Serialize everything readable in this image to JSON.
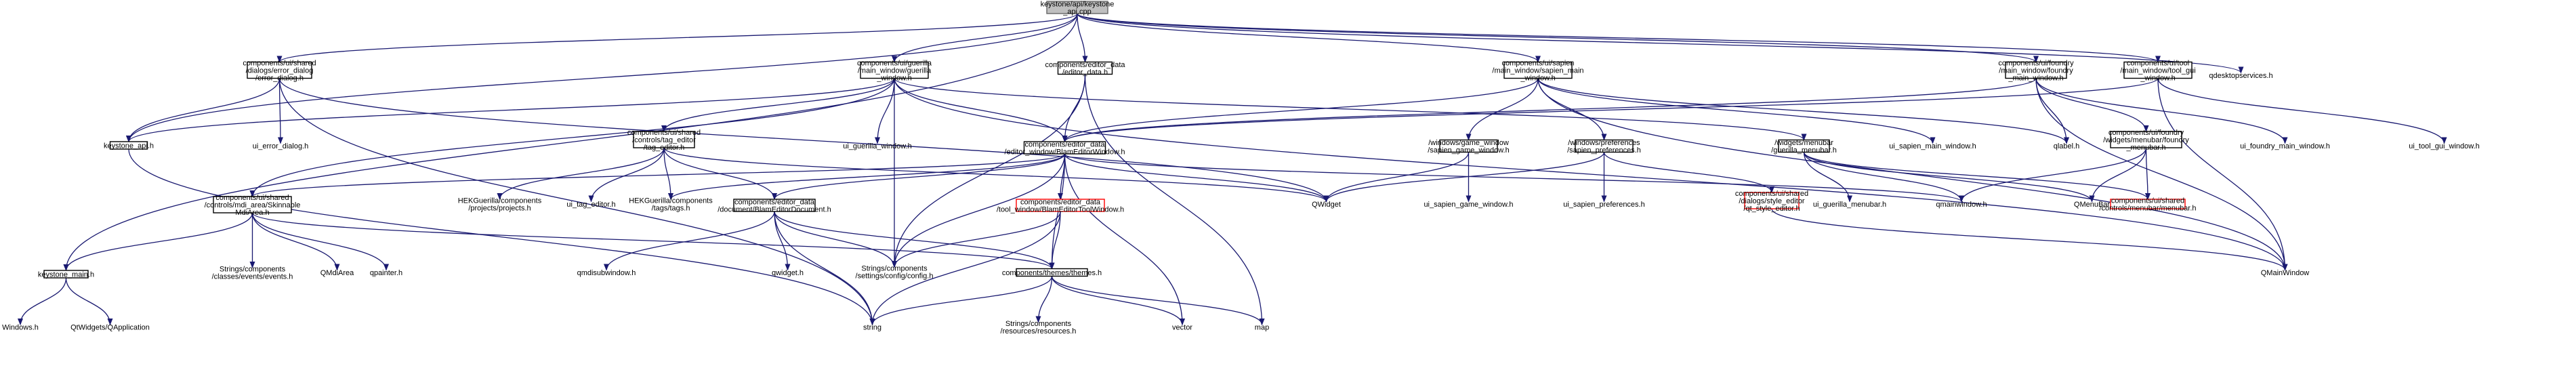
{
  "nodes": [
    {
      "id": "root",
      "lines": [
        "keystone/api/keystone",
        "_api.cpp"
      ],
      "style": "root"
    },
    {
      "id": "err_dialog",
      "lines": [
        "components/ui/shared",
        "/dialogs/error_dialog",
        "/error_dialog.h"
      ],
      "style": "box"
    },
    {
      "id": "guerilla_win",
      "lines": [
        "components/ui/guerilla",
        "/main_window/guerilla",
        "_window.h"
      ],
      "style": "box"
    },
    {
      "id": "editor_data",
      "lines": [
        "components/editor_data",
        "/editor_data.h"
      ],
      "style": "box"
    },
    {
      "id": "sapien_main",
      "lines": [
        "components/ui/sapien",
        "/main_window/sapien_main",
        "_window.h"
      ],
      "style": "box"
    },
    {
      "id": "foundry_main",
      "lines": [
        "components/ui/foundry",
        "/main_window/foundry",
        "_main_window.h"
      ],
      "style": "box"
    },
    {
      "id": "tool_gui",
      "lines": [
        "components/ui/tool",
        "/main_window/tool_gui",
        "_window.h"
      ],
      "style": "box"
    },
    {
      "id": "qdesktop",
      "lines": [
        "qdesktopservices.h"
      ],
      "style": "plain"
    },
    {
      "id": "keystone_api",
      "lines": [
        "keystone_api.h"
      ],
      "style": "box"
    },
    {
      "id": "ui_error_dialog",
      "lines": [
        "ui_error_dialog.h"
      ],
      "style": "plain"
    },
    {
      "id": "ui_guerilla_window",
      "lines": [
        "ui_guerilla_window.h"
      ],
      "style": "plain"
    },
    {
      "id": "tag_editor",
      "lines": [
        "components/ui/shared",
        "/controls/tag_editor",
        "/tag_editor.h"
      ],
      "style": "box"
    },
    {
      "id": "blam_editor_win",
      "lines": [
        "components/editor_data",
        "/editor_window/BlamEditorWindow.h"
      ],
      "style": "box"
    },
    {
      "id": "game_window",
      "lines": [
        "/windows/game_window",
        "/sapien_game_window.h"
      ],
      "style": "box"
    },
    {
      "id": "preferences",
      "lines": [
        "/windows/preferences",
        "/sapien_preferences.h"
      ],
      "style": "box"
    },
    {
      "id": "menubar_guerilla",
      "lines": [
        "/widgets/menubar",
        "/guerilla_menubar.h"
      ],
      "style": "box"
    },
    {
      "id": "ui_sapien_main",
      "lines": [
        "ui_sapien_main_window.h"
      ],
      "style": "plain"
    },
    {
      "id": "qlabel",
      "lines": [
        "qlabel.h"
      ],
      "style": "plain"
    },
    {
      "id": "foundry_menubar",
      "lines": [
        "components/ui/foundry",
        "/widgets/menubar/foundry",
        "_menubar.h"
      ],
      "style": "box"
    },
    {
      "id": "ui_foundry_main",
      "lines": [
        "ui_foundry_main_window.h"
      ],
      "style": "plain"
    },
    {
      "id": "ui_tool_gui",
      "lines": [
        "ui_tool_gui_window.h"
      ],
      "style": "plain"
    },
    {
      "id": "skinnable",
      "lines": [
        "components/ui/shared",
        "/controls/mdi_area/Skinnable",
        "MdiArea.h"
      ],
      "style": "box"
    },
    {
      "id": "hek_projects",
      "lines": [
        "HEKGuerilla/components",
        "/projects/projects.h"
      ],
      "style": "plain"
    },
    {
      "id": "ui_tag_editor",
      "lines": [
        "ui_tag_editor.h"
      ],
      "style": "plain"
    },
    {
      "id": "hek_tags",
      "lines": [
        "HEKGuerilla/components",
        "/tags/tags.h"
      ],
      "style": "plain"
    },
    {
      "id": "blam_editor_doc",
      "lines": [
        "components/editor_data",
        "/document/BlamEditorDocument.h"
      ],
      "style": "box"
    },
    {
      "id": "blam_tool_win",
      "lines": [
        "components/editor_data",
        "/tool_window/BlamEditorToolWindow.h"
      ],
      "style": "red"
    },
    {
      "id": "qwidget",
      "lines": [
        "QWidget"
      ],
      "style": "plain"
    },
    {
      "id": "ui_sapien_game",
      "lines": [
        "ui_sapien_game_window.h"
      ],
      "style": "plain"
    },
    {
      "id": "ui_sapien_prefs",
      "lines": [
        "ui_sapien_preferences.h"
      ],
      "style": "plain"
    },
    {
      "id": "style_editor",
      "lines": [
        "components/ui/shared",
        "/dialogs/style_editor",
        "/qt_style_editor.h"
      ],
      "style": "red"
    },
    {
      "id": "ui_guerilla_menubar",
      "lines": [
        "ui_guerilla_menubar.h"
      ],
      "style": "plain"
    },
    {
      "id": "qmainwindow_h",
      "lines": [
        "qmainwindow.h"
      ],
      "style": "plain"
    },
    {
      "id": "qmenubar",
      "lines": [
        "QMenuBar"
      ],
      "style": "plain"
    },
    {
      "id": "menubar_shared",
      "lines": [
        "components/ui/shared",
        "/controls/menubar/menubar.h"
      ],
      "style": "red"
    },
    {
      "id": "keystone_main",
      "lines": [
        "keystone_main.h"
      ],
      "style": "box"
    },
    {
      "id": "strings_events",
      "lines": [
        "Strings/components",
        "/classes/events/events.h"
      ],
      "style": "plain"
    },
    {
      "id": "qmdiarea",
      "lines": [
        "QMdiArea"
      ],
      "style": "plain"
    },
    {
      "id": "qpainter",
      "lines": [
        "qpainter.h"
      ],
      "style": "plain"
    },
    {
      "id": "qmdisubwindow",
      "lines": [
        "qmdisubwindow.h"
      ],
      "style": "plain"
    },
    {
      "id": "qwidget_h",
      "lines": [
        "qwidget.h"
      ],
      "style": "plain"
    },
    {
      "id": "strings_config",
      "lines": [
        "Strings/components",
        "/settings/config/config.h"
      ],
      "style": "plain"
    },
    {
      "id": "themes",
      "lines": [
        "components/themes/themes.h"
      ],
      "style": "box"
    },
    {
      "id": "qmainwindow",
      "lines": [
        "QMainWindow"
      ],
      "style": "plain"
    },
    {
      "id": "windows_h",
      "lines": [
        "Windows.h"
      ],
      "style": "plain"
    },
    {
      "id": "qapplication",
      "lines": [
        "QtWidgets/QApplication"
      ],
      "style": "plain"
    },
    {
      "id": "string",
      "lines": [
        "string"
      ],
      "style": "plain"
    },
    {
      "id": "strings_resources",
      "lines": [
        "Strings/components",
        "/resources/resources.h"
      ],
      "style": "plain"
    },
    {
      "id": "vector",
      "lines": [
        "vector"
      ],
      "style": "plain"
    },
    {
      "id": "map",
      "lines": [
        "map"
      ],
      "style": "plain"
    }
  ],
  "edges": [
    [
      "root",
      "err_dialog"
    ],
    [
      "root",
      "guerilla_win"
    ],
    [
      "root",
      "editor_data"
    ],
    [
      "root",
      "sapien_main"
    ],
    [
      "root",
      "foundry_main"
    ],
    [
      "root",
      "tool_gui"
    ],
    [
      "root",
      "qdesktop"
    ],
    [
      "root",
      "keystone_api"
    ],
    [
      "root",
      "keystone_main"
    ],
    [
      "err_dialog",
      "keystone_api"
    ],
    [
      "err_dialog",
      "ui_error_dialog"
    ],
    [
      "err_dialog",
      "string"
    ],
    [
      "err_dialog",
      "qwidget"
    ],
    [
      "guerilla_win",
      "keystone_api"
    ],
    [
      "guerilla_win",
      "ui_guerilla_window"
    ],
    [
      "guerilla_win",
      "tag_editor"
    ],
    [
      "guerilla_win",
      "blam_editor_win"
    ],
    [
      "guerilla_win",
      "skinnable"
    ],
    [
      "guerilla_win",
      "menubar_guerilla"
    ],
    [
      "guerilla_win",
      "strings_config"
    ],
    [
      "guerilla_win",
      "qmainwindow"
    ],
    [
      "editor_data",
      "blam_editor_win"
    ],
    [
      "editor_data",
      "strings_config"
    ],
    [
      "editor_data",
      "map"
    ],
    [
      "sapien_main",
      "blam_editor_win"
    ],
    [
      "sapien_main",
      "game_window"
    ],
    [
      "sapien_main",
      "preferences"
    ],
    [
      "sapien_main",
      "ui_sapien_main"
    ],
    [
      "sapien_main",
      "qlabel"
    ],
    [
      "sapien_main",
      "qmainwindow"
    ],
    [
      "foundry_main",
      "blam_editor_win"
    ],
    [
      "foundry_main",
      "foundry_menubar"
    ],
    [
      "foundry_main",
      "ui_foundry_main"
    ],
    [
      "foundry_main",
      "qlabel"
    ],
    [
      "foundry_main",
      "qmainwindow"
    ],
    [
      "tool_gui",
      "ui_tool_gui"
    ],
    [
      "tool_gui",
      "qmainwindow"
    ],
    [
      "tool_gui",
      "blam_editor_win"
    ],
    [
      "keystone_api",
      "string"
    ],
    [
      "tag_editor",
      "hek_projects"
    ],
    [
      "tag_editor",
      "ui_tag_editor"
    ],
    [
      "tag_editor",
      "hek_tags"
    ],
    [
      "tag_editor",
      "blam_editor_doc"
    ],
    [
      "tag_editor",
      "qwidget"
    ],
    [
      "blam_editor_win",
      "skinnable"
    ],
    [
      "blam_editor_win",
      "hek_tags"
    ],
    [
      "blam_editor_win",
      "blam_editor_doc"
    ],
    [
      "blam_editor_win",
      "blam_tool_win"
    ],
    [
      "blam_editor_win",
      "qwidget"
    ],
    [
      "blam_editor_win",
      "strings_config"
    ],
    [
      "blam_editor_win",
      "themes"
    ],
    [
      "blam_editor_win",
      "vector"
    ],
    [
      "blam_editor_win",
      "qmainwindow_h"
    ],
    [
      "game_window",
      "qwidget"
    ],
    [
      "game_window",
      "ui_sapien_game"
    ],
    [
      "preferences",
      "ui_sapien_prefs"
    ],
    [
      "preferences",
      "style_editor"
    ],
    [
      "preferences",
      "qwidget"
    ],
    [
      "menubar_guerilla",
      "ui_guerilla_menubar"
    ],
    [
      "menubar_guerilla",
      "qmainwindow_h"
    ],
    [
      "menubar_guerilla",
      "qmenubar"
    ],
    [
      "menubar_guerilla",
      "menubar_shared"
    ],
    [
      "foundry_menubar",
      "qmainwindow_h"
    ],
    [
      "foundry_menubar",
      "qmenubar"
    ],
    [
      "foundry_menubar",
      "menubar_shared"
    ],
    [
      "style_editor",
      "qmainwindow"
    ],
    [
      "skinnable",
      "keystone_main"
    ],
    [
      "skinnable",
      "strings_events"
    ],
    [
      "skinnable",
      "qmdiarea"
    ],
    [
      "skinnable",
      "qpainter"
    ],
    [
      "skinnable",
      "themes"
    ],
    [
      "blam_editor_doc",
      "qmdisubwindow"
    ],
    [
      "blam_editor_doc",
      "qwidget_h"
    ],
    [
      "blam_editor_doc",
      "strings_config"
    ],
    [
      "blam_editor_doc",
      "themes"
    ],
    [
      "blam_editor_doc",
      "string"
    ],
    [
      "blam_tool_win",
      "strings_config"
    ],
    [
      "blam_tool_win",
      "themes"
    ],
    [
      "blam_tool_win",
      "string"
    ],
    [
      "themes",
      "string"
    ],
    [
      "themes",
      "strings_resources"
    ],
    [
      "themes",
      "vector"
    ],
    [
      "themes",
      "map"
    ],
    [
      "keystone_main",
      "windows_h"
    ],
    [
      "keystone_main",
      "qapplication"
    ]
  ]
}
